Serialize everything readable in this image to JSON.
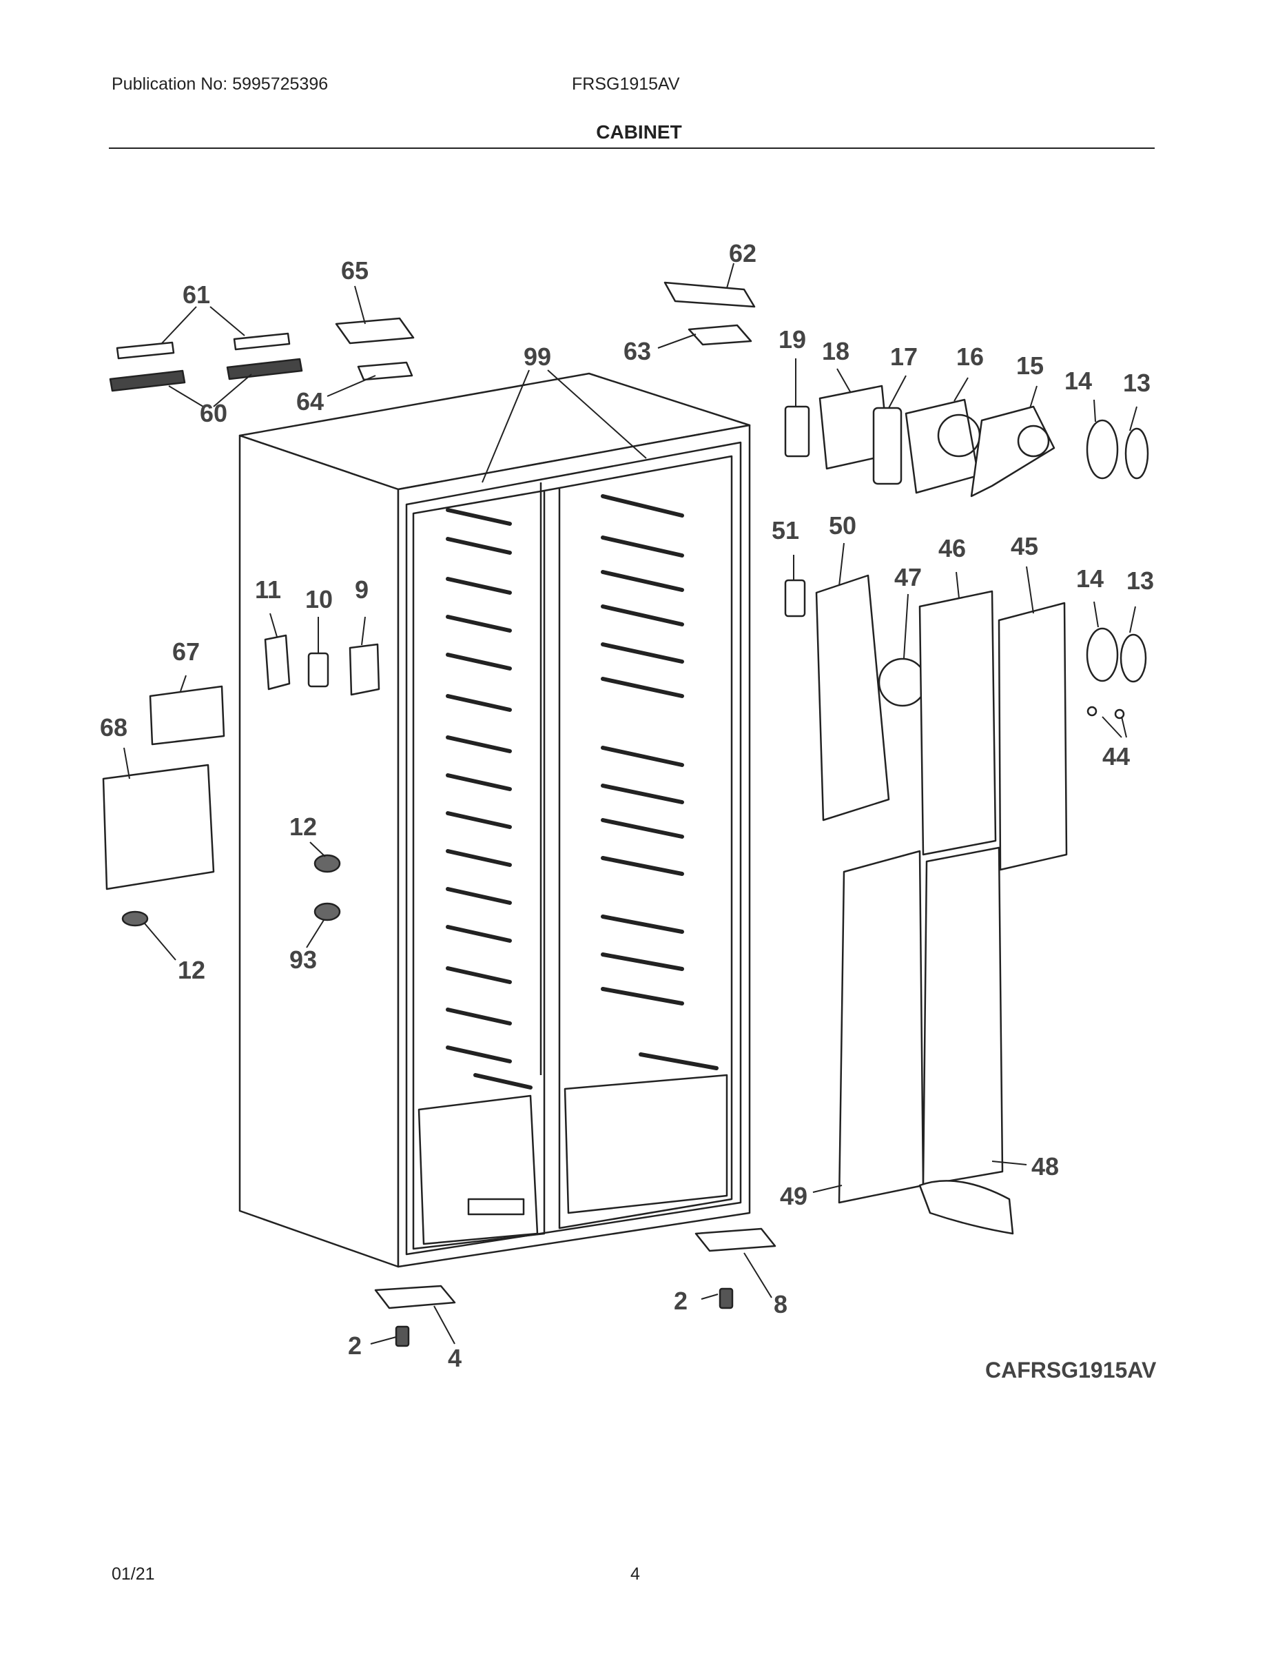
{
  "header": {
    "publication": "Publication No: 5995725396",
    "model": "FRSG1915AV",
    "section_title": "CABINET"
  },
  "diagram": {
    "code": "CAFRSG1915AV",
    "callouts": [
      "61",
      "65",
      "62",
      "63",
      "19",
      "18",
      "17",
      "16",
      "15",
      "14",
      "13",
      "99",
      "60",
      "64",
      "51",
      "50",
      "47",
      "46",
      "45",
      "14",
      "13",
      "11",
      "10",
      "9",
      "67",
      "44",
      "68",
      "12",
      "12",
      "93",
      "48",
      "49",
      "2",
      "8",
      "2",
      "4"
    ]
  },
  "footer": {
    "date": "01/21",
    "page": "4"
  }
}
